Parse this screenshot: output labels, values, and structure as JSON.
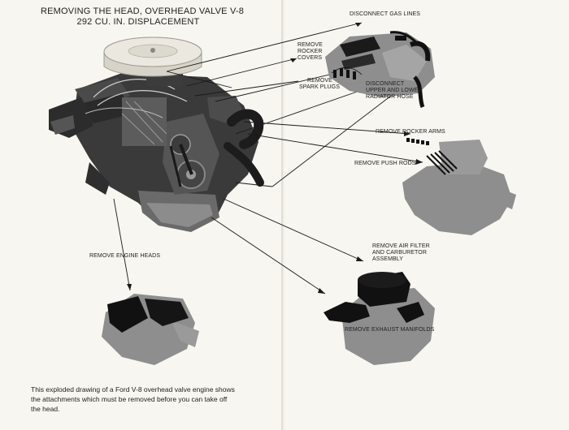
{
  "title": {
    "line1": "REMOVING THE HEAD, OVERHEAD VALVE V-8",
    "line2": "292 CU. IN. DISPLACEMENT"
  },
  "labels": {
    "disconnect_gas_lines": "DISCONNECT GAS LINES",
    "remove_rocker_covers": [
      "REMOVE",
      "ROCKER",
      "COVERS"
    ],
    "remove_spark_plugs": [
      "REMOVE",
      "SPARK PLUGS"
    ],
    "disconnect_radiator_hose": [
      "DISCONNECT",
      "UPPER AND LOWER",
      "RADIATOR HOSE"
    ],
    "remove_rocker_arms": "REMOVE ROCKER ARMS",
    "remove_push_rods": "REMOVE PUSH RODS",
    "remove_engine_heads": "REMOVE ENGINE HEADS",
    "remove_air_filter": [
      "REMOVE AIR FILTER",
      "AND CARBURETOR",
      "ASSEMBLY"
    ],
    "remove_exhaust_manifolds": "REMOVE EXHAUST MANIFOLDS"
  },
  "caption": [
    "This exploded drawing of a Ford V-8 overhead valve engine shows",
    "the attachments which must be removed before you can take off",
    "the head."
  ],
  "colors": {
    "page": "#f7f6f0",
    "engine_dark": "#2b2b2b",
    "ghost_gray": "#8f8f8f",
    "part_black": "#151515",
    "text": "#222222"
  }
}
